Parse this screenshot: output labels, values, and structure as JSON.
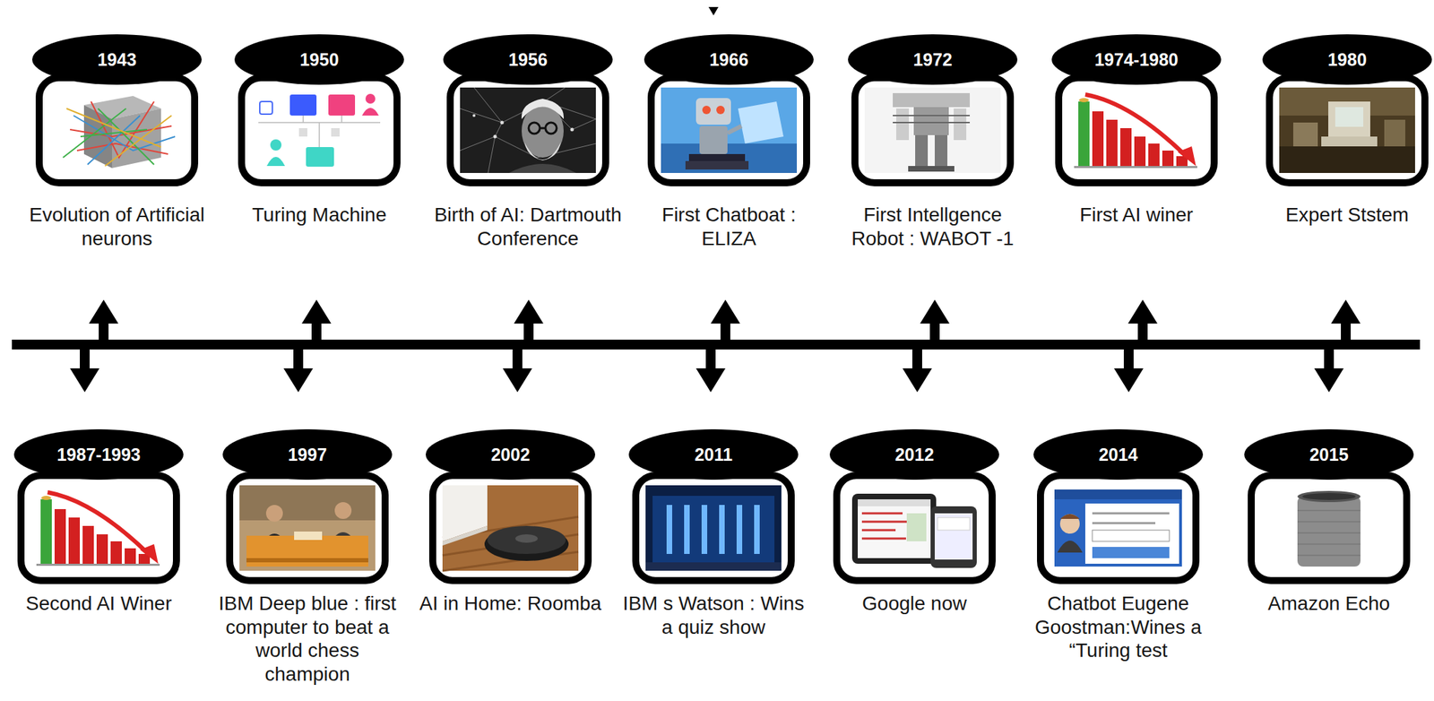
{
  "diagram": {
    "nodes": [
      {
        "text": [
          "1943",
          "Evolution of Artificial neurons"
        ]
      },
      {
        "text": [
          "1950",
          "Turing Machine"
        ]
      },
      {
        "text": [
          "1956",
          "Birth of AI: Dartmouth Conference"
        ]
      },
      {
        "text": [
          "1966",
          "First Chatboat : ELIZA"
        ]
      },
      {
        "text": [
          "1972",
          "First Intellgence Robot : WABOT -1"
        ]
      },
      {
        "text": [
          "1974-1980",
          "First AI winer"
        ]
      },
      {
        "text": [
          "1980",
          "Expert Ststem"
        ]
      },
      {
        "text": [
          "1987-1993",
          "Second AI Winer"
        ]
      },
      {
        "text": [
          "1997",
          "IBM Deep blue : first computer to beat a world chess champion"
        ]
      },
      {
        "text": [
          "2002",
          "AI in Home: Roomba"
        ]
      },
      {
        "text": [
          "2011",
          "IBM s Watson : Wins a quiz show"
        ]
      },
      {
        "text": [
          "2012",
          "Google now"
        ]
      },
      {
        "text": [
          "2014",
          "Chatbot Eugene Goostman:Wines a “Turing test"
        ]
      },
      {
        "text": [
          "2015",
          "Amazon Echo"
        ]
      }
    ]
  }
}
